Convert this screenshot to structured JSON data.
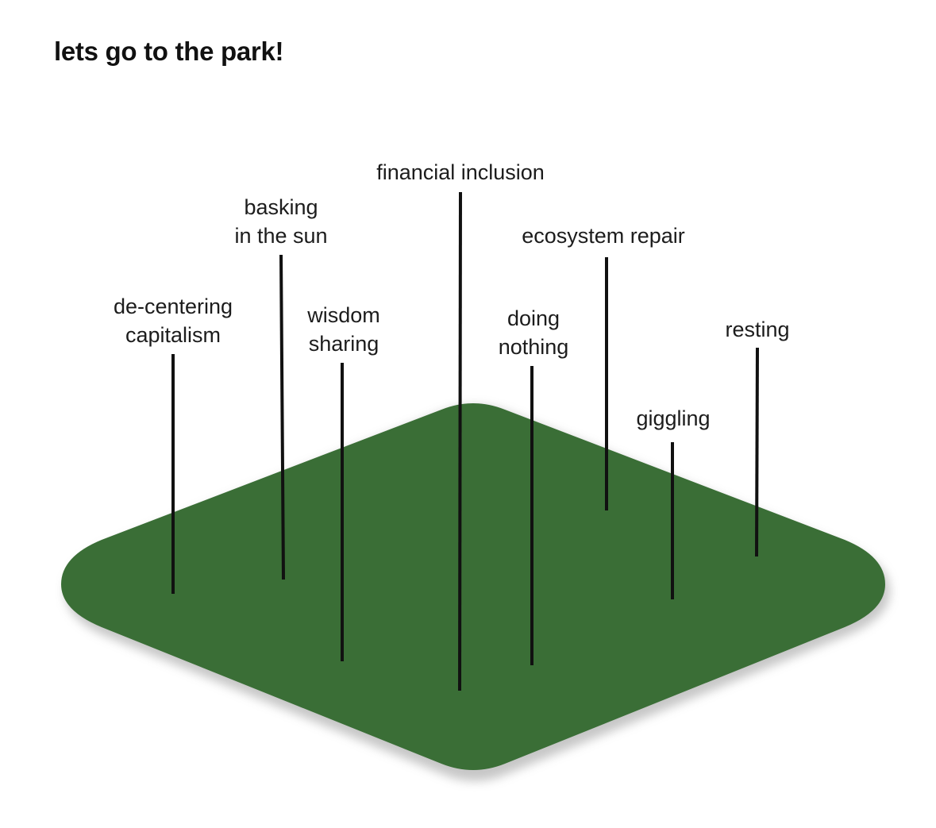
{
  "title": "lets go to the park!",
  "colors": {
    "park_green": "#3a6e36",
    "shadow": "#b9b9b9",
    "pole": "#111111"
  },
  "labels": {
    "decentering": [
      "de-centering",
      "capitalism"
    ],
    "basking": [
      "basking",
      "in the sun"
    ],
    "wisdom": [
      "wisdom",
      "sharing"
    ],
    "financial": [
      "financial inclusion"
    ],
    "doing": [
      "doing",
      "nothing"
    ],
    "ecosystem": [
      "ecosystem repair"
    ],
    "giggling": [
      "giggling"
    ],
    "resting": [
      "resting"
    ]
  }
}
